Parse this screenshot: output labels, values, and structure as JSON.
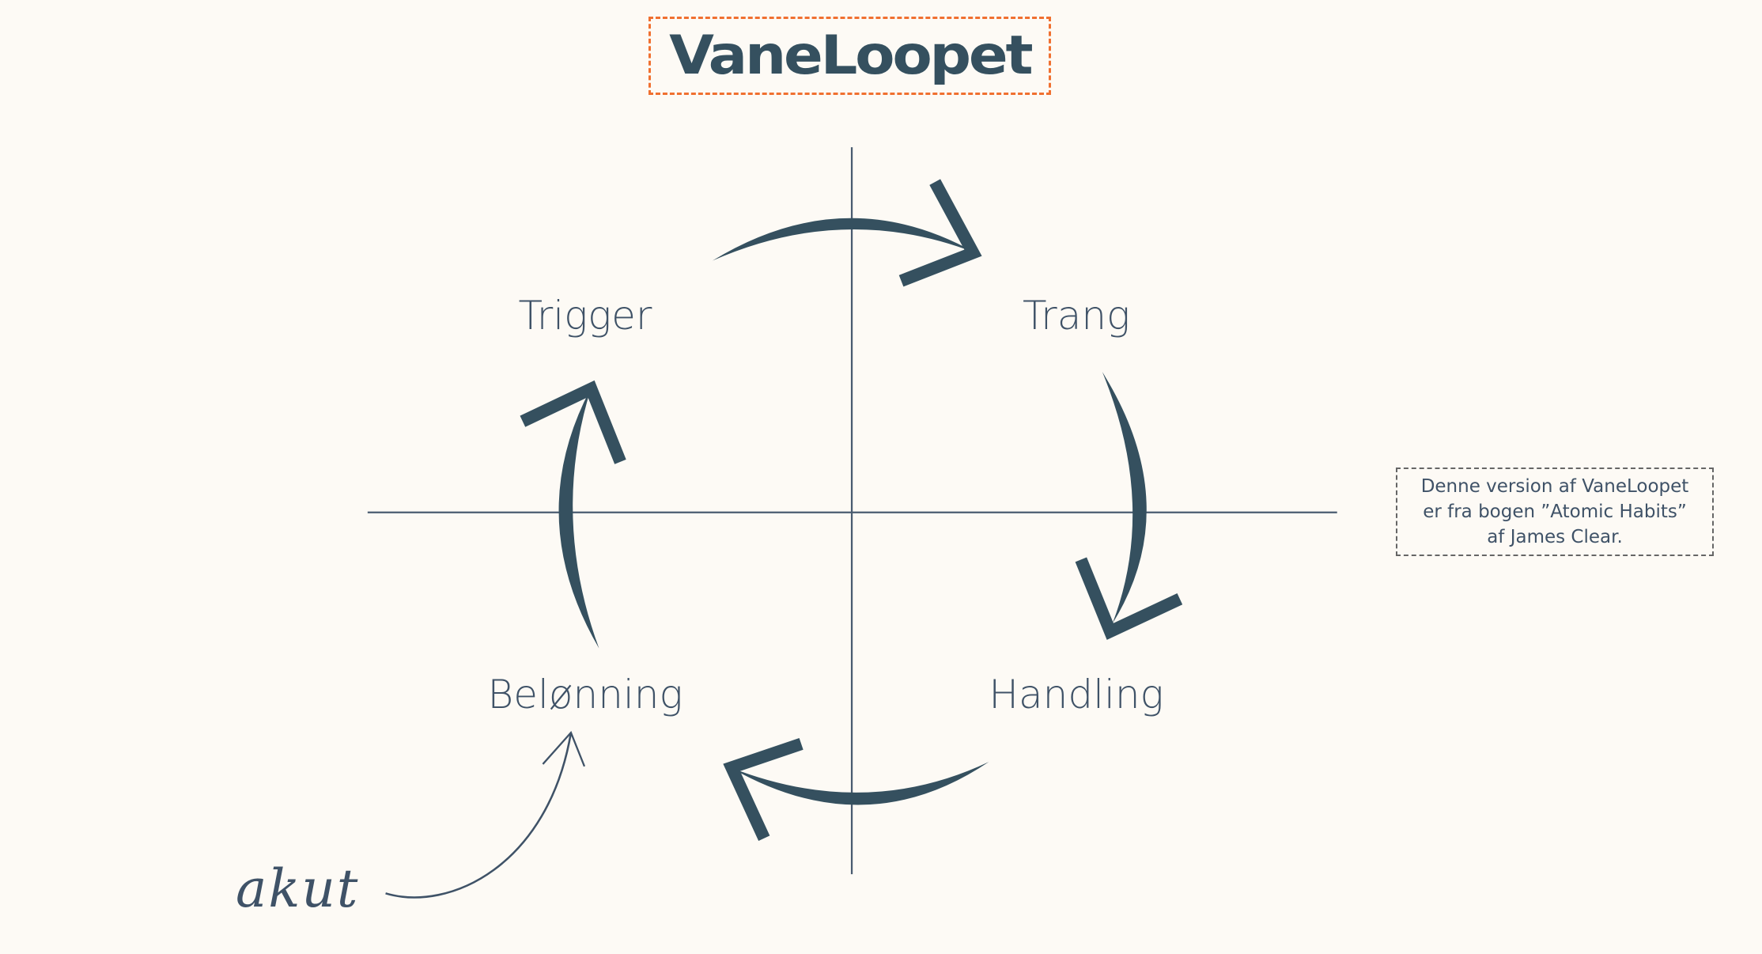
{
  "title": "VaneLoopet",
  "stages": {
    "trigger": "Trigger",
    "trang": "Trang",
    "handling": "Handling",
    "belonning": "Belønning"
  },
  "note": {
    "line1": "Denne version af VaneLoopet",
    "line2": "er fra bogen ”Atomic Habits”",
    "line3": "af James Clear."
  },
  "annotation": "akut",
  "colors": {
    "background": "#fdfaf5",
    "primary": "#35505f",
    "accent": "#f07030"
  }
}
